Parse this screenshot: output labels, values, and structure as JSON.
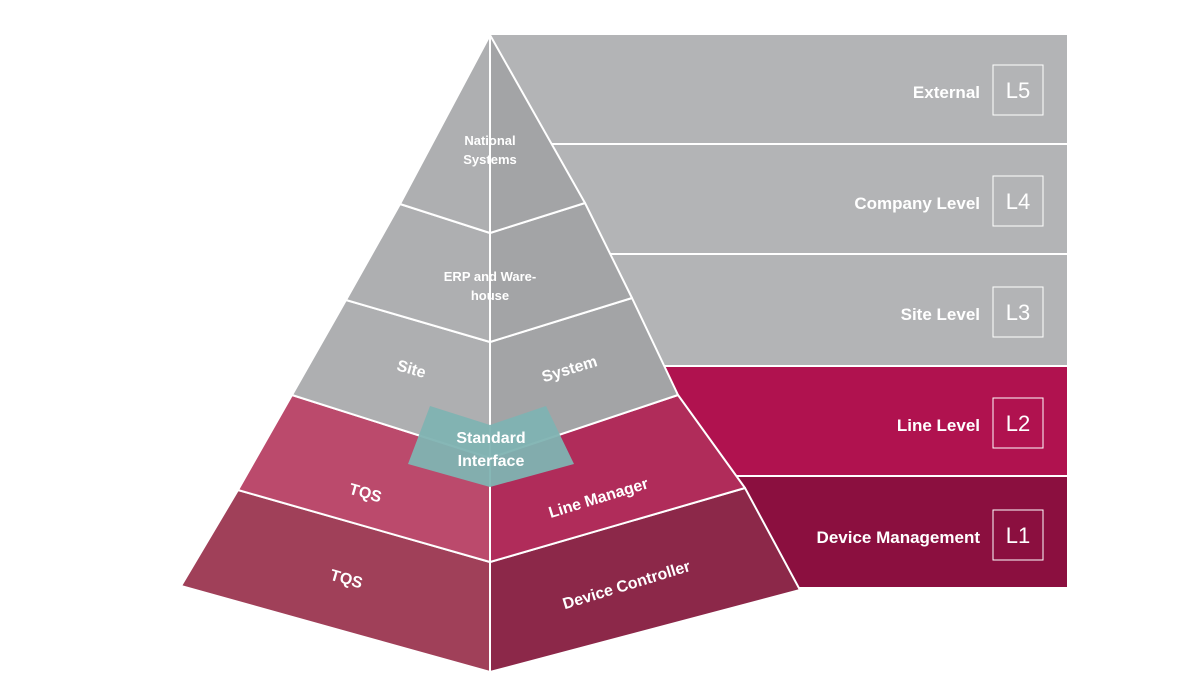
{
  "colors": {
    "gray": "#b3b4b6",
    "gray_left": "#aeafb1",
    "gray_right": "#a3a4a6",
    "magenta_l2": "#b0124f",
    "magenta_l1": "#8b0f3f",
    "line_left": "#bb4a6c",
    "line_right": "#b02c5a",
    "dev_left": "#a04059",
    "dev_right": "#8c2849",
    "interface": "#7fb3b2"
  },
  "levels": [
    {
      "name": "External",
      "code": "L5"
    },
    {
      "name": "Company Level",
      "code": "L4"
    },
    {
      "name": "Site Level",
      "code": "L3"
    },
    {
      "name": "Line Level",
      "code": "L2"
    },
    {
      "name": "Device Management",
      "code": "L1"
    }
  ],
  "pyramid": {
    "national_line1": "National",
    "national_line2": "Systems",
    "erp_line1": "ERP and Ware-",
    "erp_line2": "house",
    "site_left": "Site",
    "site_right": "System",
    "interface_line1": "Standard",
    "interface_line2": "Interface",
    "line_left": "TQS",
    "line_right": "Line Manager",
    "device_left": "TQS",
    "device_right": "Device Controller"
  }
}
